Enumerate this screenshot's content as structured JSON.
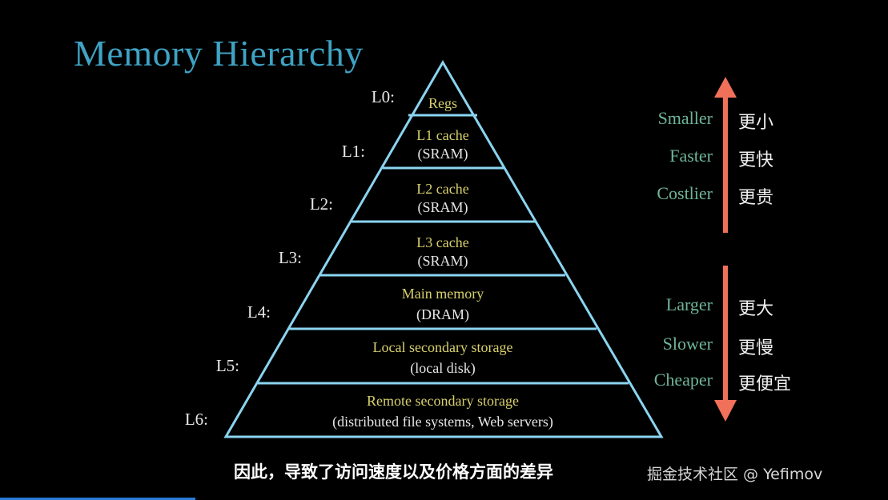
{
  "title": "Memory Hierarchy",
  "levels": [
    {
      "label": "L0:",
      "name": "Regs",
      "sub": ""
    },
    {
      "label": "L1:",
      "name": "L1 cache",
      "sub": "(SRAM)"
    },
    {
      "label": "L2:",
      "name": "L2 cache",
      "sub": "(SRAM)"
    },
    {
      "label": "L3:",
      "name": "L3 cache",
      "sub": "(SRAM)"
    },
    {
      "label": "L4:",
      "name": "Main memory",
      "sub": "(DRAM)"
    },
    {
      "label": "L5:",
      "name": "Local secondary storage",
      "sub": "(local disk)"
    },
    {
      "label": "L6:",
      "name": "Remote secondary storage",
      "sub": "(distributed file systems, Web servers)"
    }
  ],
  "up_labels": [
    {
      "en": "Smaller",
      "zh": "更小"
    },
    {
      "en": "Faster",
      "zh": "更快"
    },
    {
      "en": "Costlier",
      "zh": "更贵"
    }
  ],
  "down_labels": [
    {
      "en": "Larger",
      "zh": "更大"
    },
    {
      "en": "Slower",
      "zh": "更慢"
    },
    {
      "en": "Cheaper",
      "zh": "更便宜"
    }
  ],
  "subtitle": "因此，导致了访问速度以及价格方面的差异",
  "watermark": "掘金技术社区 @ Yefimov",
  "colors": {
    "pyramid": "#8ad4f0",
    "arrow": "#f0705a",
    "tier_name": "#d8d06c",
    "title": "#3fa3c4"
  },
  "video_progress": 0.22
}
